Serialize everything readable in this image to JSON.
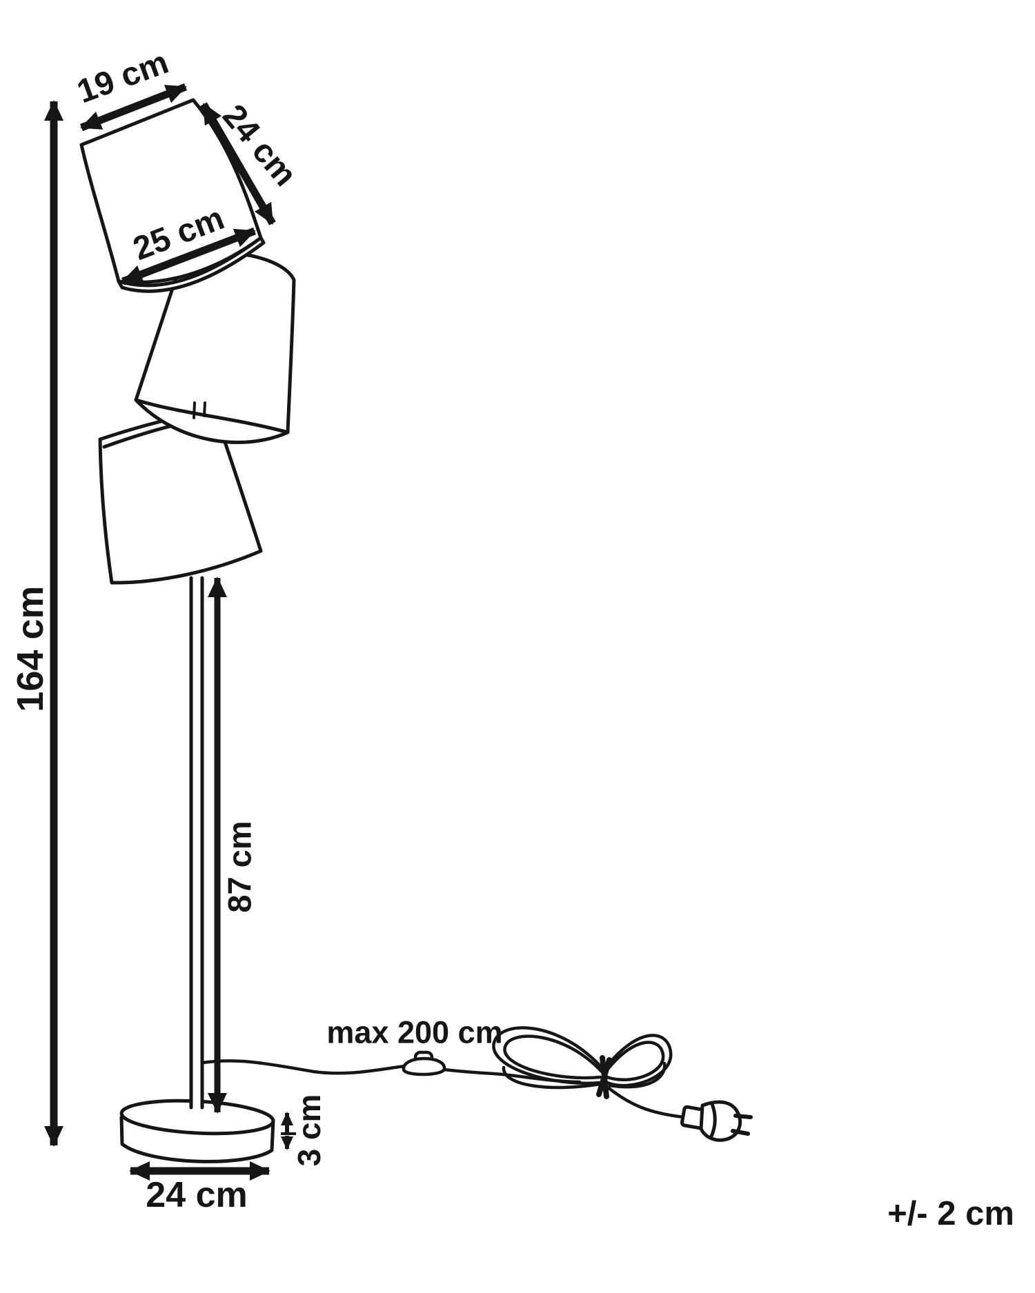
{
  "title": "Floor lamp dimension diagram",
  "colors": {
    "line": "#161616",
    "background": "#ffffff"
  },
  "dimensions": {
    "shade_top_diameter": "19 cm",
    "shade_slant_height": "24 cm",
    "shade_bottom_diameter": "25 cm",
    "total_height": "164 cm",
    "shaft_height": "87 cm",
    "cord_length": "max 200 cm",
    "base_height": "3 cm",
    "base_diameter": "24 cm",
    "tolerance": "+/- 2 cm"
  }
}
